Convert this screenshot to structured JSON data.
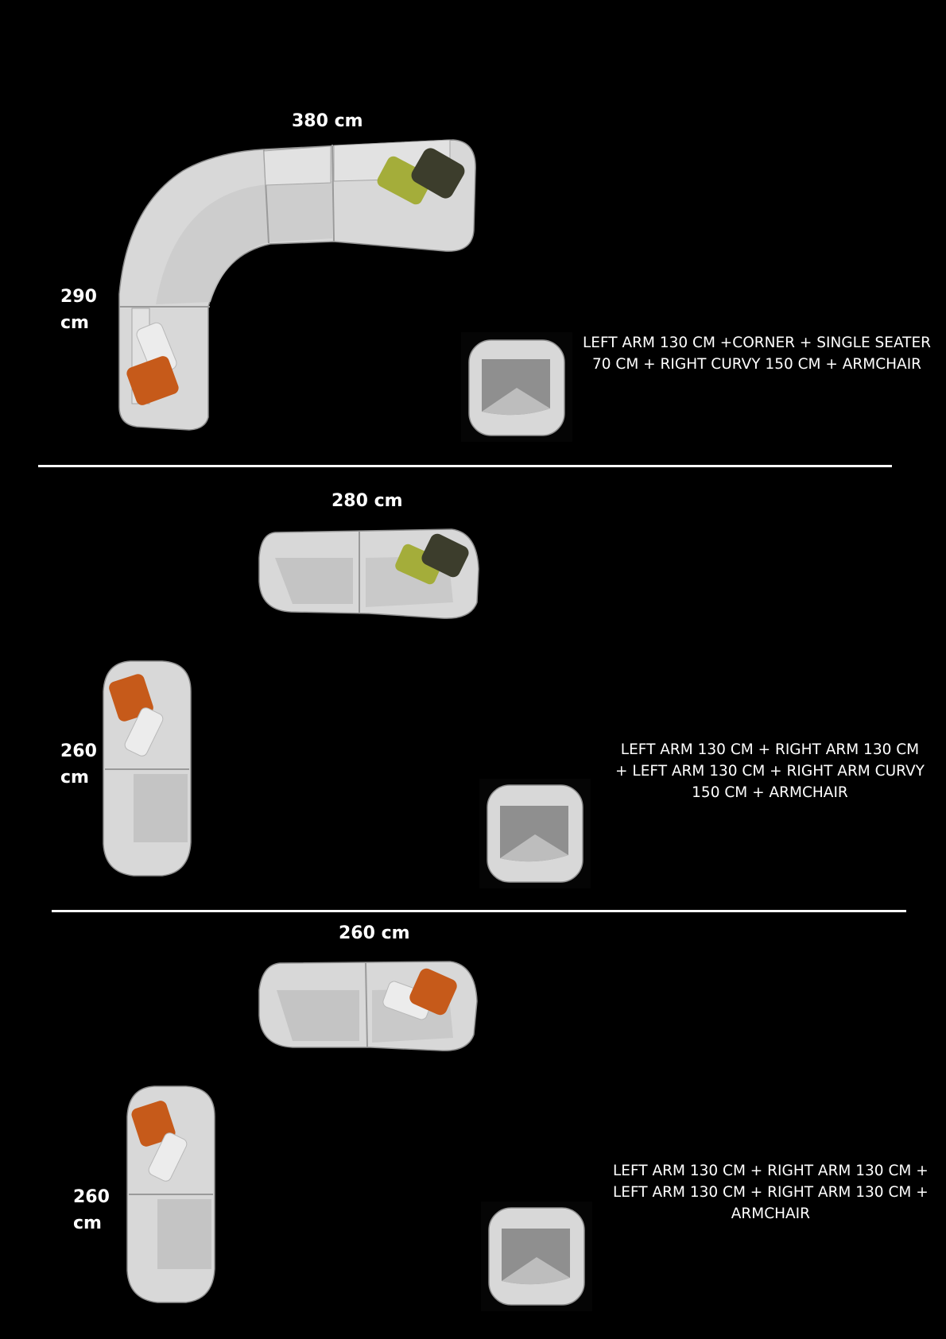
{
  "colors": {
    "background": "#000000",
    "fabric": "#dcdcdc",
    "fabric_shadow": "#a9a9a9",
    "seam": "#9a9a9a",
    "pillow_lime": "#a4ad3a",
    "pillow_olive": "#3c3d2c",
    "pillow_orange": "#c65a1a",
    "pillow_white": "#e8e8e8"
  },
  "sections": [
    {
      "width_label": "380 cm",
      "height_label": [
        "290",
        "cm"
      ],
      "description": [
        "LEFT ARM 130 CM +CORNER + SINGLE SEATER",
        "70 CM + RIGHT CURVY 150 CM + ARMCHAIR"
      ]
    },
    {
      "width_label": "280 cm",
      "height_label": [
        "260",
        "cm"
      ],
      "description": [
        "LEFT ARM 130 CM +   RIGHT ARM 130 CM",
        "+ LEFT ARM 130 CM  + RIGHT ARM CURVY",
        "150 CM + ARMCHAIR"
      ]
    },
    {
      "width_label": "260 cm",
      "height_label": [
        "260",
        "cm"
      ],
      "description": [
        "LEFT ARM 130 CM + RIGHT ARM 130 CM +",
        "LEFT ARM 130 CM + RIGHT ARM 130 CM +",
        "ARMCHAIR"
      ]
    }
  ]
}
